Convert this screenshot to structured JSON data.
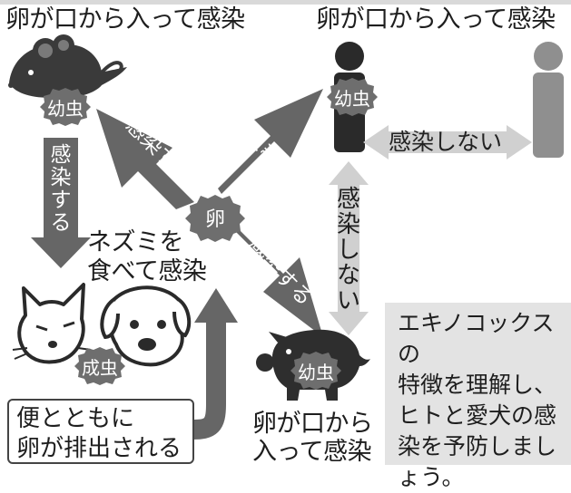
{
  "captions": {
    "mouse_infection": "卵が口から入って感染",
    "human_infection": "卵が口から入って感染",
    "pig_infection_line1": "卵が口から",
    "pig_infection_line2": "入って感染",
    "fox_infection_line1": "ネズミを",
    "fox_infection_line2": "食べて感染"
  },
  "badges": {
    "larva_mouse": "幼虫",
    "larva_human": "幼虫",
    "larva_pig": "幼虫",
    "adult_fox": "成虫",
    "egg": "卵"
  },
  "arrows": {
    "egg_to_mouse": "感染する",
    "egg_to_human": "感染する",
    "egg_to_pig": "感染する",
    "mouse_to_fox": "感染する",
    "human_to_human": "感染しない",
    "pig_to_human": "感染しない"
  },
  "callout": {
    "line1": "便とともに",
    "line2": "卵が排出される"
  },
  "note": {
    "lines": [
      "エキノコックスの",
      "特徴を理解し、",
      "ヒトと愛犬の感",
      "染を予防しまし",
      "ょう。"
    ]
  }
}
